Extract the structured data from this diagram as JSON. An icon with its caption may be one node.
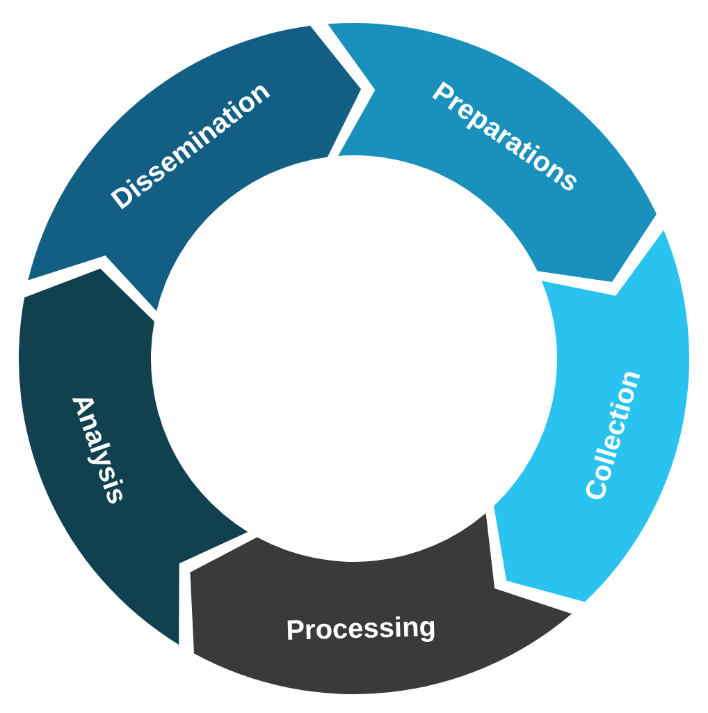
{
  "diagram": {
    "nodes": [
      {
        "text": [
          "Preparations"
        ]
      },
      {
        "text": [
          "Collection"
        ]
      },
      {
        "text": [
          "Processing"
        ]
      },
      {
        "text": [
          "Analysis"
        ]
      },
      {
        "text": [
          "Dissemination"
        ]
      }
    ]
  }
}
